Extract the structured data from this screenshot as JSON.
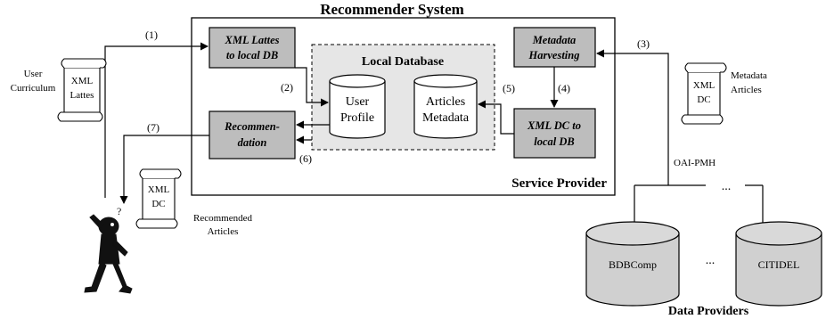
{
  "title": "Recommender System",
  "service_provider": "Service Provider",
  "local_database": "Local Database",
  "data_providers": "Data Providers",
  "boxes": {
    "xml_lattes_line1": "XML Lattes",
    "xml_lattes_line2": "to local DB",
    "harvest_line1": "Metadata",
    "harvest_line2": "Harvesting",
    "recom_line1": "Recommen-",
    "recom_line2": "dation",
    "xmldc_line1": "XML DC to",
    "xmldc_line2": "local DB"
  },
  "db": {
    "user_line1": "User",
    "user_line2": "Profile",
    "articles_line1": "Articles",
    "articles_line2": "Metadata"
  },
  "providers": {
    "bdbcomp": "BDBComp",
    "ellipsis": "...",
    "citidel": "CITIDEL"
  },
  "steps": {
    "s1": "(1)",
    "s2": "(2)",
    "s3": "(3)",
    "s4": "(4)",
    "s5": "(5)",
    "s6": "(6)",
    "s7": "(7)"
  },
  "scrolls": {
    "lattes_line1": "XML",
    "lattes_line2": "Lattes",
    "dc_line1": "XML",
    "dc_line2": "DC"
  },
  "labels": {
    "user_line1": "User",
    "user_line2": "Curriculum",
    "metadata_line1": "Metadata",
    "metadata_line2": "Articles",
    "recommended_line1": "Recommended",
    "recommended_line2": "Articles",
    "oai": "OAI-PMH",
    "dots": "...",
    "question": "?"
  }
}
